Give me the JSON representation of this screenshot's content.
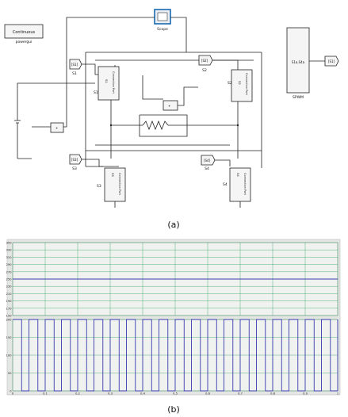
{
  "diagram": {
    "powergui_block": "Continuous",
    "powergui_label": "powergui",
    "scope_label": "Scope",
    "switch_label_s1": "S1",
    "switch_label_s2": "S2",
    "switch_label_s3": "S3",
    "switch_label_s4": "S4",
    "goto_s1": "[S1]",
    "goto_s2": "[S2]",
    "goto_s3": "[S3]",
    "goto_s4": "[S4]",
    "port_s1": "S1",
    "port_s2": "S2",
    "port_s3": "S3",
    "port_s4": "S4",
    "conn_label": "Connection Port",
    "spwm_port": "S1a,S4a",
    "spwm_label": "SPWM",
    "spwm_out": "[S1]"
  },
  "captions": {
    "a": "(a)",
    "b": "(b)"
  },
  "colors": {
    "highlight": "#e8a050",
    "scope_border": "#1a6ab0",
    "trace": "#3a3ab0",
    "grid": "#2e9e5e",
    "panel_bg": "#f0f2f0"
  },
  "chart_data": {
    "type": "line",
    "panels": [
      {
        "name": "top",
        "ylim": [
          150,
          350
        ],
        "yticks": [
          "350",
          "330",
          "310",
          "290",
          "270",
          "250",
          "230",
          "210",
          "190",
          "170",
          "150"
        ],
        "series": [
          {
            "values_constant": 250
          }
        ]
      },
      {
        "name": "bottom",
        "ylim": [
          0,
          200
        ],
        "yticks": [
          "200",
          "150",
          "100",
          "50",
          "0"
        ],
        "pulse_count": 20,
        "high": 200,
        "low": 0
      }
    ],
    "xticks": [
      "0",
      "0.1",
      "0.2",
      "0.3",
      "0.4",
      "0.5",
      "0.6",
      "0.7",
      "0.8",
      "0.9",
      "1"
    ],
    "xlim": [
      0,
      1
    ]
  }
}
